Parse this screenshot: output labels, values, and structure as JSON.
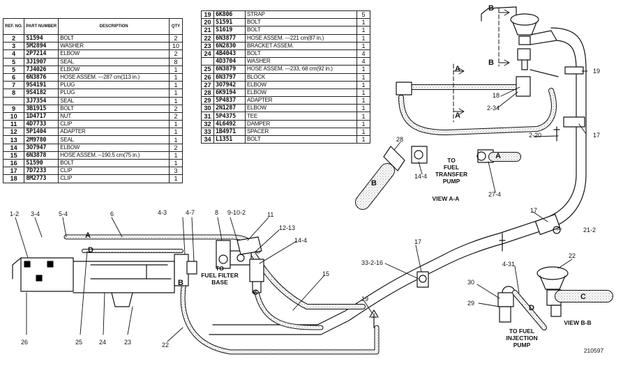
{
  "table_left": {
    "headers": {
      "ref": "REF. NO.",
      "pn": "PART NUMBER",
      "desc": "DESCRIPTION",
      "qty": "QTY"
    },
    "rows": [
      {
        "ref": "2",
        "pn": "S1594",
        "desc": "BOLT",
        "qty": "2"
      },
      {
        "ref": "3",
        "pn": "5M2894",
        "desc": "WASHER",
        "qty": "10"
      },
      {
        "ref": "4",
        "pn": "2P7214",
        "desc": "ELBOW",
        "qty": "2"
      },
      {
        "ref": "5",
        "pn": "3J1907",
        "desc": "SEAL",
        "qty": "8"
      },
      {
        "ref": "5",
        "pn": "7J4026",
        "desc": "ELBOW",
        "qty": "1"
      },
      {
        "ref": "6",
        "pn": "6N3876",
        "desc": "HOSE ASSEM. ---287 cm(113 in.)",
        "qty": "1"
      },
      {
        "ref": "7",
        "pn": "9S4191",
        "desc": "PLUG",
        "qty": "1"
      },
      {
        "ref": "8",
        "pn": "9S4182",
        "desc": "PLUG",
        "qty": "1"
      },
      {
        "ref": "",
        "pn": "3J7354",
        "desc": "SEAL",
        "qty": "1"
      },
      {
        "ref": "9",
        "pn": "3B1915",
        "desc": "BOLT",
        "qty": "2"
      },
      {
        "ref": "10",
        "pn": "1D4717",
        "desc": "NUT",
        "qty": "2"
      },
      {
        "ref": "11",
        "pn": "4D7733",
        "desc": "CLIP",
        "qty": "1"
      },
      {
        "ref": "12",
        "pn": "5P1404",
        "desc": "ADAPTER",
        "qty": "1"
      },
      {
        "ref": "13",
        "pn": "2M9780",
        "desc": "SEAL",
        "qty": "1"
      },
      {
        "ref": "14",
        "pn": "3O7947",
        "desc": "ELBOW",
        "qty": "2"
      },
      {
        "ref": "15",
        "pn": "6N3878",
        "desc": "HOSE ASSEM. --190.5 cm(75 in.)",
        "qty": "1"
      },
      {
        "ref": "16",
        "pn": "S1590",
        "desc": "BOLT",
        "qty": "1"
      },
      {
        "ref": "17",
        "pn": "7D7233",
        "desc": "CLIP",
        "qty": "3"
      },
      {
        "ref": "18",
        "pn": "8M2773",
        "desc": "CLIP",
        "qty": "1"
      }
    ]
  },
  "table_right": {
    "rows": [
      {
        "ref": "19",
        "pn": "6K806",
        "desc": "STRAP",
        "qty": "5"
      },
      {
        "ref": "20",
        "pn": "S1591",
        "desc": "BOLT",
        "qty": "1"
      },
      {
        "ref": "21",
        "pn": "S1619",
        "desc": "BOLT",
        "qty": "1"
      },
      {
        "ref": "22",
        "pn": "6N3877",
        "desc": "HOSE ASSEM. ---221 cm(87 in.)",
        "qty": "1"
      },
      {
        "ref": "23",
        "pn": "6N2830",
        "desc": "BRACKET ASSEM.",
        "qty": "1"
      },
      {
        "ref": "24",
        "pn": "4B4043",
        "desc": "BOLT",
        "qty": "4"
      },
      {
        "ref": "",
        "pn": "4D3704",
        "desc": "WASHER",
        "qty": "4"
      },
      {
        "ref": "25",
        "pn": "6N3879",
        "desc": "HOSE ASSEM. ---233, 68 cm(92 in.)",
        "qty": "1"
      },
      {
        "ref": "26",
        "pn": "6N3797",
        "desc": "BLOCK",
        "qty": "1"
      },
      {
        "ref": "27",
        "pn": "3O7942",
        "desc": "ELBOW",
        "qty": "1"
      },
      {
        "ref": "28",
        "pn": "6K9194",
        "desc": "ELBOW",
        "qty": "1"
      },
      {
        "ref": "29",
        "pn": "5P4837",
        "desc": "ADAPTER",
        "qty": "1"
      },
      {
        "ref": "30",
        "pn": "2N1287",
        "desc": "ELBOW",
        "qty": "1"
      },
      {
        "ref": "31",
        "pn": "5P4375",
        "desc": "TEE",
        "qty": "1"
      },
      {
        "ref": "32",
        "pn": "4L6492",
        "desc": "DAMPER",
        "qty": "1"
      },
      {
        "ref": "33",
        "pn": "1B4971",
        "desc": "SPACER",
        "qty": "1"
      },
      {
        "ref": "34",
        "pn": "L1351",
        "desc": "BOLT",
        "qty": "1"
      }
    ]
  },
  "callouts": {
    "c1_2": "1-2",
    "c3_4": "3-4",
    "c5_4": "5-4",
    "c6": "6",
    "c4_3": "4-3",
    "c4_7": "4-7",
    "c8": "8",
    "c9_10_2": "9-10-2",
    "c11": "11",
    "c12_13": "12-13",
    "c14_4": "14-4",
    "c15": "15",
    "c17a": "17",
    "c17b": "17",
    "c17c": "17",
    "c19a": "19",
    "c19b": "19",
    "c18": "18",
    "c2_34": "2-34",
    "c2_20": "2-20",
    "c28": "28",
    "c14_4b": "14-4",
    "c27_4": "27-4",
    "c21_2": "21-2",
    "c22a": "22",
    "c22b": "22",
    "c33_2_16": "33-2-16",
    "c4_31": "4-31",
    "c30": "30",
    "c29": "29",
    "c23": "23",
    "c24": "24",
    "c25": "25",
    "c26": "26"
  },
  "letters": {
    "a1": "A",
    "a2": "A",
    "a3": "A",
    "a4": "A",
    "b1": "B",
    "b2": "B",
    "b3": "B",
    "b4": "B",
    "c1": "C",
    "c2": "C",
    "d1": "D",
    "d2": "D"
  },
  "captions": {
    "to_filter": "TO\nFUEL FILTER\nBASE",
    "to_transfer": "TO\nFUEL\nTRANSFER\nPUMP",
    "view_aa": "VIEW A-A",
    "to_injection": "TO FUEL\nINJECTION\nPUMP",
    "view_bb": "VIEW B-B",
    "fig_no": "210597"
  }
}
